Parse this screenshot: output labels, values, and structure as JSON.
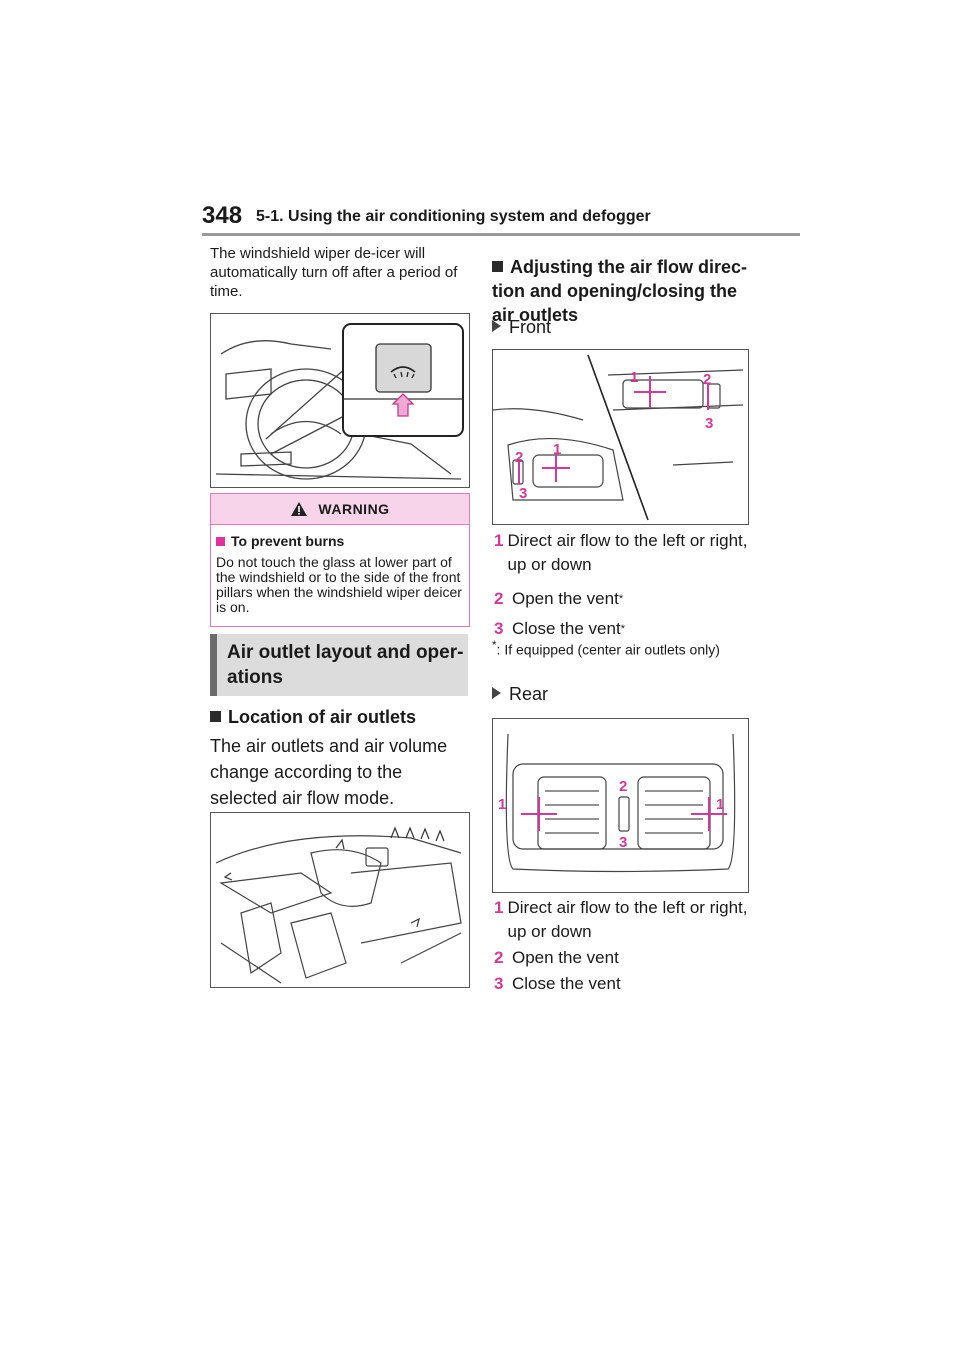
{
  "header": {
    "page_number": "348",
    "section": "5-1. Using the air conditioning system and defogger"
  },
  "intro_text": "The windshield wiper de-icer will automatically turn off after a period of time.",
  "warning": {
    "title": "WARNING",
    "subheading": "To prevent burns",
    "text": "Do not touch the glass at lower part of the windshield or to the side of the front pillars when the windshield wiper deicer is on."
  },
  "section_title": "Air outlet layout and oper-ations",
  "location": {
    "heading": "Location of air outlets",
    "text": "The air outlets and air volume change according to the selected air flow mode."
  },
  "adjusting": {
    "heading": "Adjusting the air flow direc-tion and opening/closing the air outlets",
    "front_label": "Front",
    "front_callouts": [
      "1",
      "2",
      "3",
      "1",
      "2",
      "3"
    ],
    "front_steps": [
      {
        "num": "1",
        "text": "Direct air flow to the left or right, up or down",
        "sup": ""
      },
      {
        "num": "2",
        "text": "Open the vent",
        "sup": "*"
      },
      {
        "num": "3",
        "text": "Close the vent",
        "sup": "*"
      }
    ],
    "footnote_mark": "*",
    "footnote": ": If equipped (center air outlets only)",
    "rear_label": "Rear",
    "rear_callouts": [
      "1",
      "2",
      "3",
      "1"
    ],
    "rear_steps": [
      {
        "num": "1",
        "text": "Direct air flow to the left or right, up or down"
      },
      {
        "num": "2",
        "text": "Open the vent"
      },
      {
        "num": "3",
        "text": "Close the vent"
      }
    ]
  },
  "colors": {
    "accent": "#d23a9a",
    "warning_bg": "#f7d4e9",
    "section_bg": "#dcdcdc"
  }
}
